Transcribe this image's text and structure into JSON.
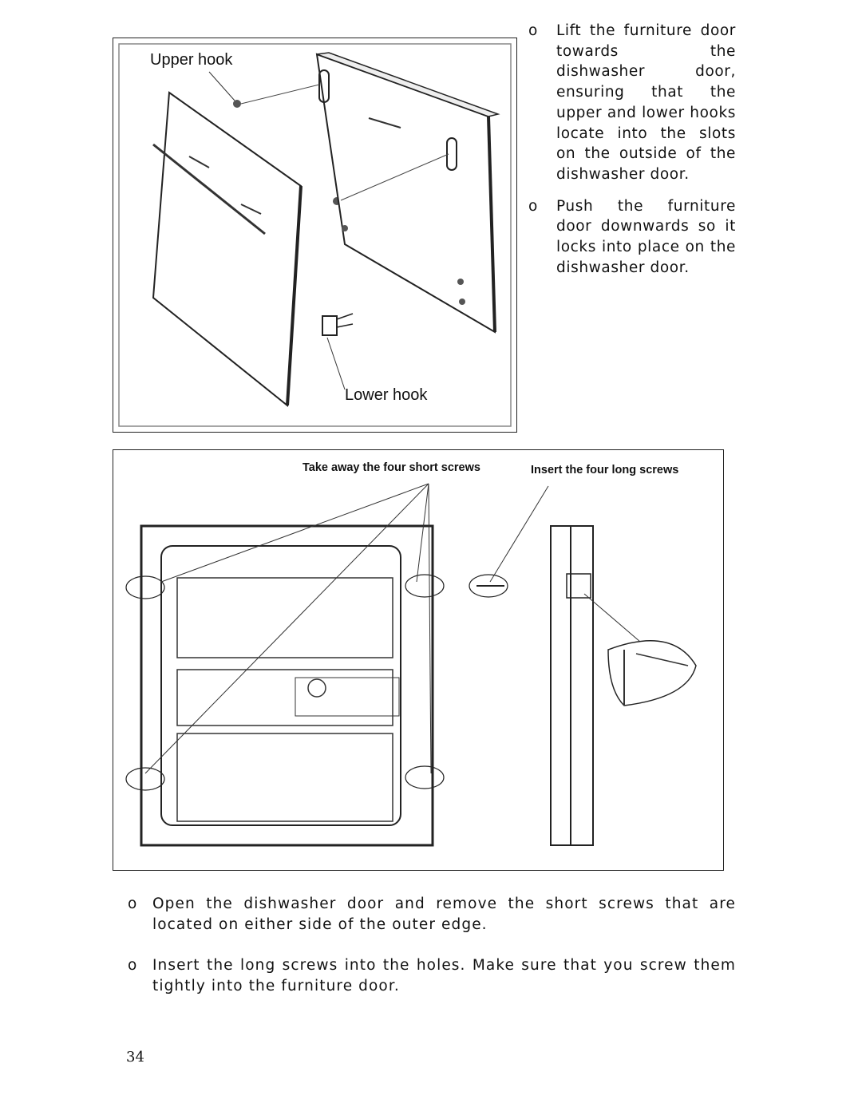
{
  "figure1": {
    "upper_hook_label": "Upper hook",
    "lower_hook_label": "Lower hook"
  },
  "figure2": {
    "short_screws_label": "Take away the four short screws",
    "long_screws_label": "Insert the four long screws"
  },
  "right_bullets": [
    {
      "marker": "o",
      "text": "Lift the furniture door towards the dishwasher door, ensuring that the upper and lower hooks locate into the slots on the outside of the dishwasher door."
    },
    {
      "marker": "o",
      "text": "Push the furniture door downwards so it locks into place on the dishwasher door."
    }
  ],
  "bottom_bullets": [
    {
      "marker": "o",
      "text": "Open the dishwasher door and remove the short screws that are located on either side of the outer edge."
    },
    {
      "marker": "o",
      "text": "Insert the long screws into the holes. Make sure that you screw them tightly into the furniture door."
    }
  ],
  "page_number": "34"
}
